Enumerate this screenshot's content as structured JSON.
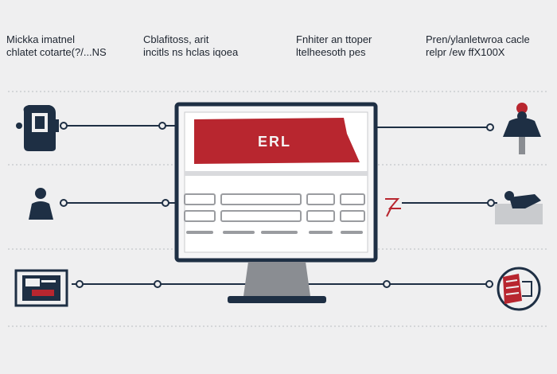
{
  "captions": [
    {
      "lines": "Mickka imatnel\nchlatet cotarte(?/...NS",
      "accent": "#1e2530"
    },
    {
      "lines": "Cblafitoss, arit\nincitls ns hclas iqoea",
      "accent": "#1e2530"
    },
    {
      "lines": "Fnhiter an ttoper\nltelheesoth pes",
      "accent": "#1e2530"
    },
    {
      "lines": "Pren/ylanletwroa cacle\nrelpr /ew ffX100X",
      "accent": "#1e2530"
    }
  ],
  "screen": {
    "title": "ERL"
  },
  "colors": {
    "background": "#efeff0",
    "navy": "#1e2f44",
    "red": "#b8262f",
    "gray": "#8a8d92",
    "light_gray": "#c9cbce"
  },
  "icons": {
    "left": [
      "computer-tower-icon",
      "person-icon",
      "document-icon"
    ],
    "right": [
      "person-red-hat-icon",
      "hand-mail-icon",
      "document-circle-icon"
    ]
  }
}
